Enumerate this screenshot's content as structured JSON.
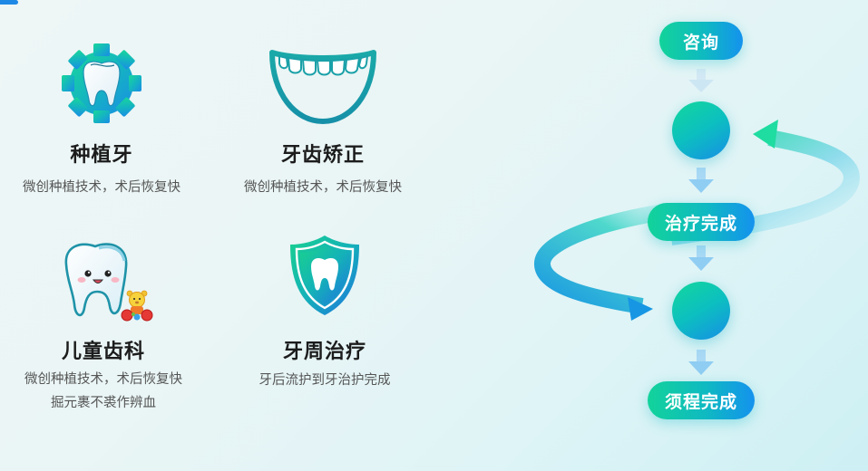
{
  "accent_color": "#1e88e5",
  "services": [
    {
      "title": "种植牙",
      "icon": "gear-tooth-icon",
      "descriptions": [
        "微创种植技术，术后恢复快"
      ]
    },
    {
      "title": "牙齿矫正",
      "icon": "smile-teeth-icon",
      "descriptions": [
        "微创种植技术，术后恢复快"
      ]
    },
    {
      "title": "儿童齿科",
      "icon": "cartoon-tooth-teddy-icon",
      "descriptions": [
        "微创种植技术，术后恢复快",
        "掘元裹不裘作辨血"
      ]
    },
    {
      "title": "牙周治疗",
      "icon": "shield-tooth-icon",
      "descriptions": [
        "牙后流护到牙治护完成"
      ]
    }
  ],
  "flow": {
    "steps": [
      {
        "type": "pill",
        "label": "咨询"
      },
      {
        "type": "circle",
        "label": ""
      },
      {
        "type": "pill",
        "label": "治疗完成"
      },
      {
        "type": "circle",
        "label": ""
      },
      {
        "type": "pill",
        "label": "须程完成"
      }
    ],
    "loop_arrows": [
      {
        "from": "治疗完成",
        "to": "circle-1",
        "side": "right"
      },
      {
        "from": "治疗完成",
        "to": "circle-2",
        "side": "left"
      }
    ],
    "colors": {
      "gradient_start": "#12d39a",
      "gradient_end": "#1492ee",
      "arrow_light": "#a9d9f5"
    }
  }
}
